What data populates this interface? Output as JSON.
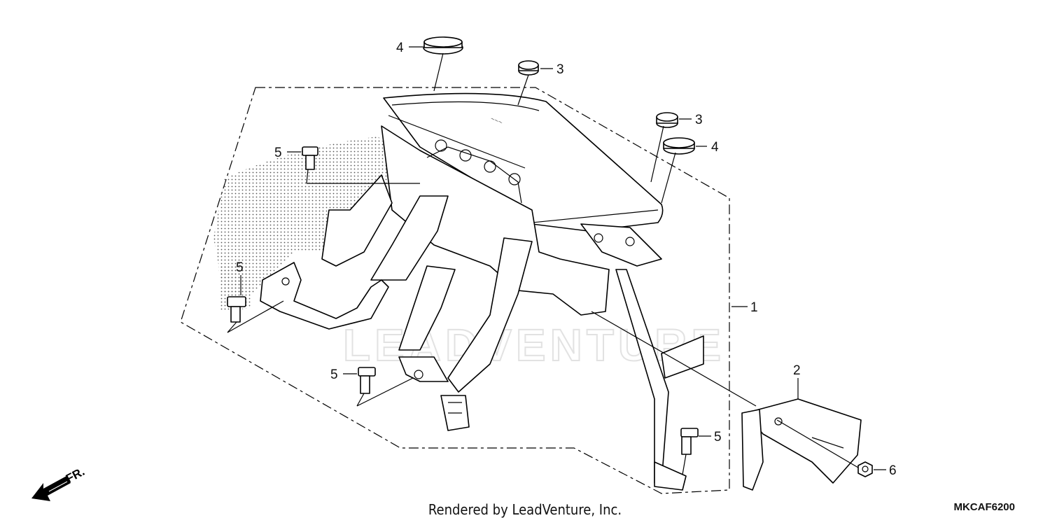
{
  "footer": {
    "rendered_by": "Rendered by LeadVenture, Inc.",
    "diagram_code": "MKCAF6200"
  },
  "watermark": "LEADVENTURE",
  "direction_label": "FR.",
  "callouts": {
    "c1": "1",
    "c2": "2",
    "c3a": "3",
    "c3b": "3",
    "c4a": "4",
    "c4b": "4",
    "c5a": "5",
    "c5b": "5",
    "c5c": "5",
    "c5d": "5",
    "c6": "6"
  }
}
